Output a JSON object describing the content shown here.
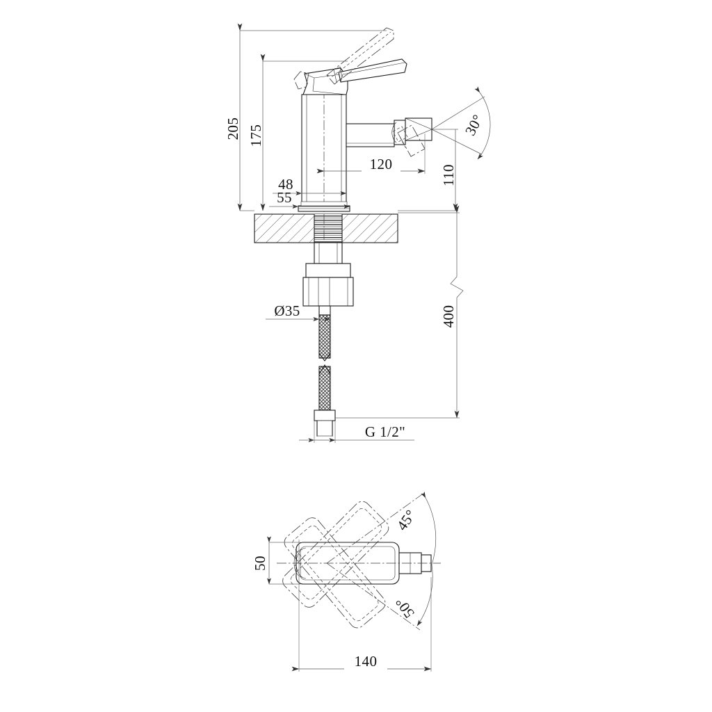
{
  "drawing": {
    "title": "Bidet mixer tap technical dimension drawing",
    "line_color": "#1a1a1a",
    "background_color": "#ffffff",
    "views": [
      {
        "id": "elevation",
        "name": "front-elevation-view"
      },
      {
        "id": "plan",
        "name": "top-plan-view"
      }
    ]
  },
  "dimensions": {
    "overall_height": "205",
    "spout_height": "175",
    "spout_reach": "120",
    "aerator_height": "110",
    "body_width": "48",
    "base_width": "55",
    "hose_length": "400",
    "shank_diameter": "Ø35",
    "thread_size": "G 1/2\"",
    "aerator_swivel_angle": "30°",
    "plan_depth": "50",
    "plan_width": "140",
    "lever_left_angle": "45°",
    "lever_right_angle": "50°"
  }
}
